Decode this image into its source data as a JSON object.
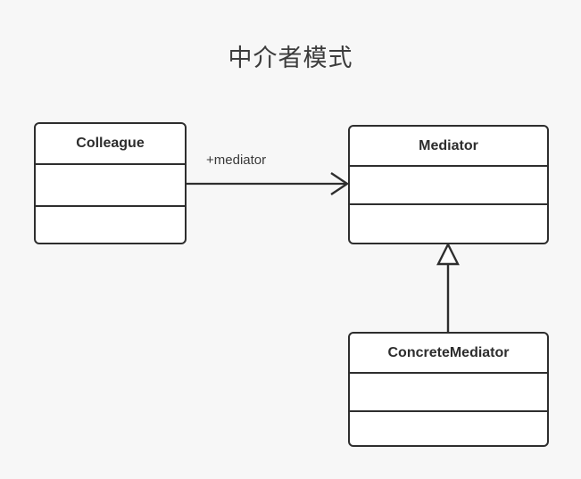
{
  "diagram": {
    "title": "中介者模式",
    "background_color": "#f7f7f7",
    "stroke_color": "#2e2e2e",
    "box_fill_color": "#ffffff",
    "text_color": "#2d2d2d",
    "classes": [
      {
        "id": "colleague",
        "name": "Colleague",
        "attributes": [],
        "operations": []
      },
      {
        "id": "mediator",
        "name": "Mediator",
        "attributes": [],
        "operations": []
      },
      {
        "id": "concrete-mediator",
        "name": "ConcreteMediator",
        "attributes": [],
        "operations": []
      }
    ],
    "relationships": [
      {
        "id": "colleague-to-mediator",
        "type": "association",
        "from": "Colleague",
        "to": "Mediator",
        "label": "+mediator",
        "arrowhead": "open"
      },
      {
        "id": "concrete-mediator-to-mediator",
        "type": "generalization",
        "from": "ConcreteMediator",
        "to": "Mediator",
        "label": "",
        "arrowhead": "hollow-triangle"
      }
    ]
  }
}
